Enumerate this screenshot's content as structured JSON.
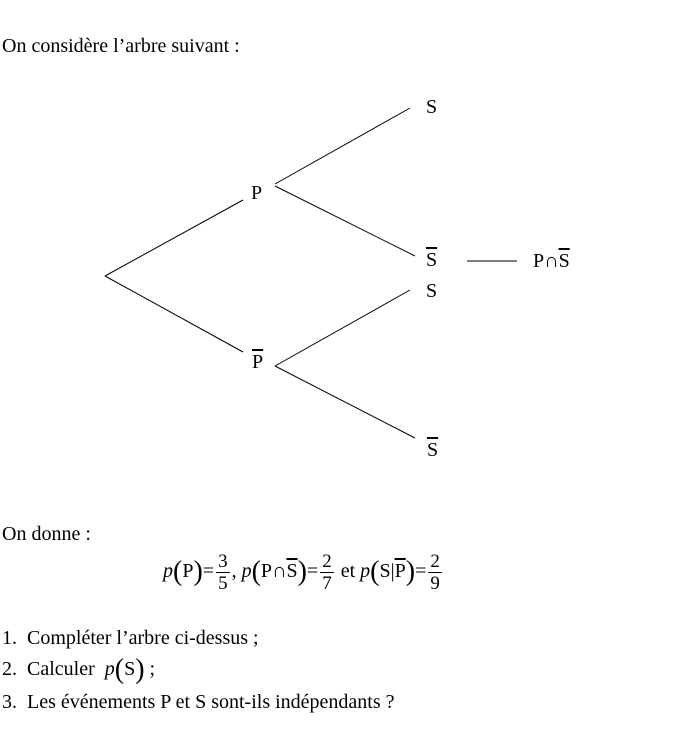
{
  "intro": "On considère l’arbre suivant :",
  "tree": {
    "level1": [
      {
        "label": "P",
        "bar": false
      },
      {
        "label": "P",
        "bar": true
      }
    ],
    "leaves": [
      {
        "label": "S",
        "bar": false
      },
      {
        "label": "S",
        "bar": true
      },
      {
        "label": "S",
        "bar": false
      },
      {
        "label": "S",
        "bar": true
      }
    ],
    "annotation": {
      "a": "P",
      "op": "∩",
      "b": "S"
    }
  },
  "given_label": "On donne :",
  "formula": {
    "p": "p",
    "f1_arg": "P",
    "f1_num": "3",
    "f1_den": "5",
    "f2_a": "P",
    "f2_op": "∩",
    "f2_b": "S",
    "f2_num": "2",
    "f2_den": "7",
    "et": "et",
    "f3_a": "S",
    "f3_bar": "|",
    "f3_b": "P",
    "f3_num": "2",
    "f3_den": "9",
    "eq": "=",
    "comma": ","
  },
  "questions": [
    {
      "num": "1.",
      "text": "Compléter l’arbre ci-dessus ;"
    },
    {
      "num": "2.",
      "text": "Calculer",
      "math_p": "p",
      "math_arg": "S",
      "tail": ";"
    },
    {
      "num": "3.",
      "text": "Les événements P et S sont-ils indépendants ?"
    }
  ]
}
